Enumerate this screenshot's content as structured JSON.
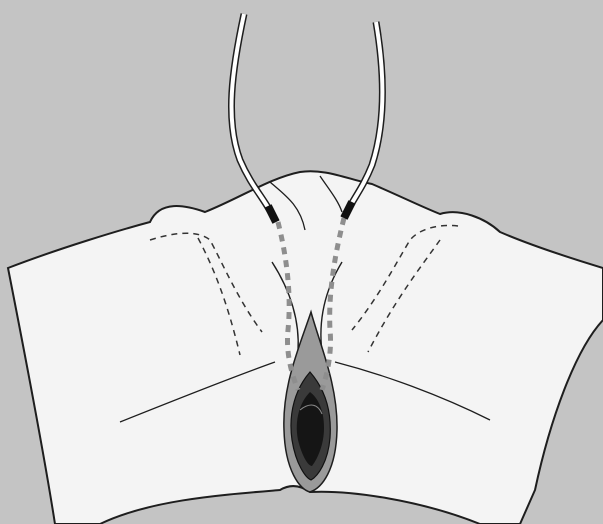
{
  "figure": {
    "subject": "surgical-illustration-needles-guided-to-perineum",
    "colors": {
      "background": "#c4c4c4",
      "body_fill": "#f4f4f4",
      "outline": "#1e1e1e",
      "needle_shaft": "#ffffff",
      "needle_tip_band": "#111111",
      "dotted_track": "#8e8e8e",
      "opening_outer": "#9a9a9a",
      "opening_inner": "#3a3a3a",
      "opening_core": "#151515"
    },
    "elements": [
      "body-outline",
      "left-needle",
      "right-needle",
      "left-dotted-track",
      "right-dotted-track",
      "left-dashed-contour",
      "right-dashed-contour",
      "central-opening"
    ]
  }
}
